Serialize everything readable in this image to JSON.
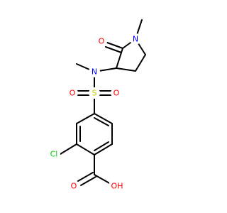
{
  "atoms": {
    "oxygen_lactam": {
      "label": "O",
      "color": "#ff0000"
    },
    "nitrogen_ring": {
      "label": "N",
      "color": "#0000ff"
    },
    "nitrogen_sulfonamide": {
      "label": "N",
      "color": "#0000ff"
    },
    "sulfur": {
      "label": "S",
      "color": "#cccc00"
    },
    "oxygen_sulfonyl_left": {
      "label": "O",
      "color": "#ff0000"
    },
    "oxygen_sulfonyl_right": {
      "label": "O",
      "color": "#ff0000"
    },
    "chlorine": {
      "label": "Cl",
      "color": "#00cc00"
    },
    "oxygen_carbonyl_acid": {
      "label": "O",
      "color": "#ff0000"
    },
    "hydroxyl": {
      "label": "OH",
      "color": "#ff0000"
    }
  }
}
